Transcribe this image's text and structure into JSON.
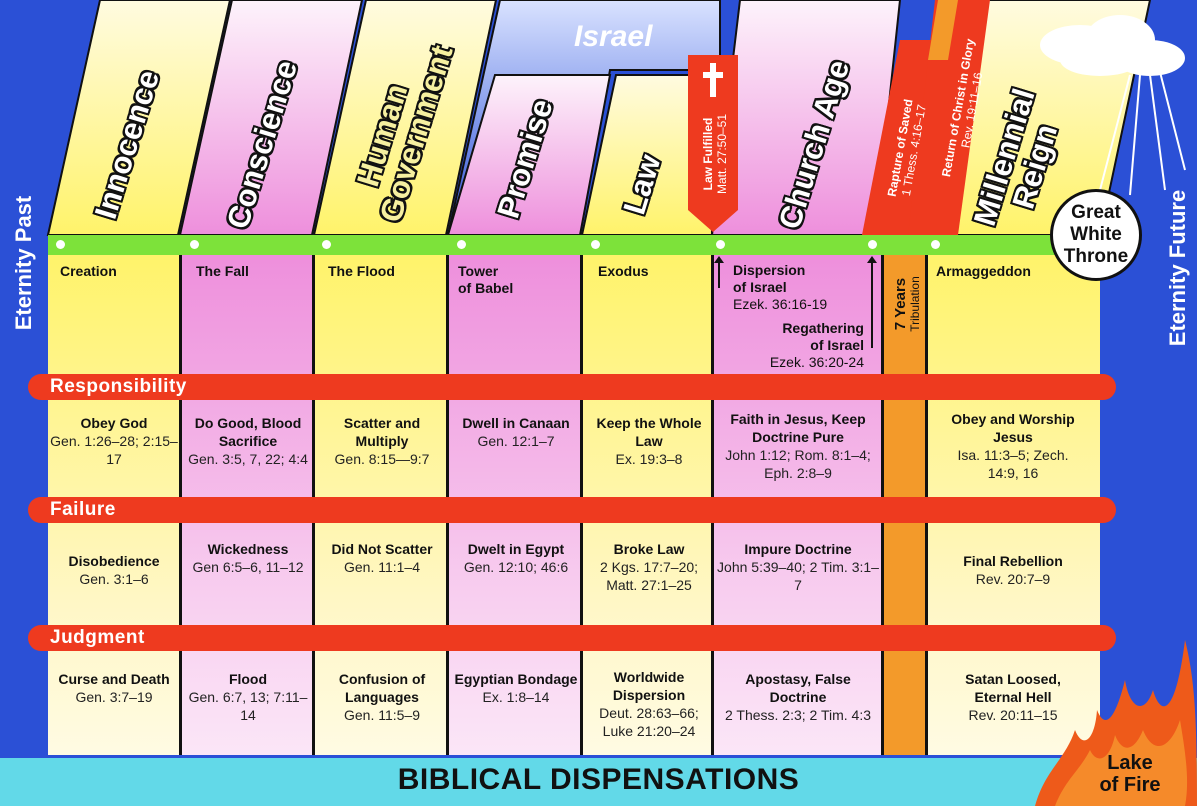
{
  "title": "BIBLICAL DISPENSATIONS",
  "eternity_past": "Eternity Past",
  "eternity_future": "Eternity Future",
  "israel": "Israel",
  "law_fulfilled": {
    "line1": "Law Fulfilled",
    "line2": "Matt. 27:50–51"
  },
  "rapture": {
    "line1": "Rapture of Saved",
    "line2": "1 Thess. 4:16–17"
  },
  "return": {
    "line1": "Return of Christ in Glory",
    "line2": "Rev. 19:11–16"
  },
  "great_white_throne": {
    "line1": "Great",
    "line2": "White",
    "line3": "Throne"
  },
  "lake_of_fire": {
    "line1": "Lake",
    "line2": "of Fire"
  },
  "tribulation": {
    "line1": "7 Years",
    "line2": "Tribulation"
  },
  "rows": {
    "responsibility": "Responsibility",
    "failure": "Failure",
    "judgment": "Judgment"
  },
  "colors": {
    "yellow": "#fff36a",
    "pink": "#ee8fdc",
    "green_bar": "#7de23a",
    "red_bar": "#ee3a1f",
    "blue_bg": "#2b50d6",
    "cyan": "#62d9e8",
    "orange": "#f39a2a"
  },
  "dispensations": [
    {
      "name": "Innocence",
      "event": "Creation",
      "responsibility": {
        "head": "Obey God",
        "ref": "Gen. 1:26–28; 2:15–17"
      },
      "failure": {
        "head": "Disobedience",
        "ref": "Gen. 3:1–6"
      },
      "judgment": {
        "head": "Curse and Death",
        "ref": "Gen. 3:7–19"
      }
    },
    {
      "name": "Conscience",
      "event": "The Fall",
      "responsibility": {
        "head": "Do Good, Blood Sacrifice",
        "ref": "Gen. 3:5, 7, 22; 4:4"
      },
      "failure": {
        "head": "Wickedness",
        "ref": "Gen 6:5–6, 11–12"
      },
      "judgment": {
        "head": "Flood",
        "ref": "Gen. 6:7, 13; 7:11–14"
      }
    },
    {
      "name_line1": "Human",
      "name_line2": "Government",
      "event": "The Flood",
      "responsibility": {
        "head": "Scatter and Multiply",
        "ref": "Gen. 8:15—9:7"
      },
      "failure": {
        "head": "Did Not Scatter",
        "ref": "Gen. 11:1–4"
      },
      "judgment": {
        "head": "Confusion of Languages",
        "ref": "Gen. 11:5–9"
      }
    },
    {
      "name": "Promise",
      "event_line1": "Tower",
      "event_line2": "of Babel",
      "responsibility": {
        "head": "Dwell in Canaan",
        "ref": "Gen. 12:1–7"
      },
      "failure": {
        "head": "Dwelt in Egypt",
        "ref": "Gen. 12:10; 46:6"
      },
      "judgment": {
        "head": "Egyptian Bondage",
        "ref": "Ex. 1:8–14"
      }
    },
    {
      "name": "Law",
      "event": "Exodus",
      "responsibility": {
        "head": "Keep the Whole Law",
        "ref": "Ex. 19:3–8"
      },
      "failure": {
        "head": "Broke Law",
        "ref": "2 Kgs. 17:7–20; Matt. 27:1–25"
      },
      "judgment": {
        "head": "Worldwide Dispersion",
        "ref": "Deut. 28:63–66; Luke 21:20–24"
      }
    },
    {
      "name": "Church Age",
      "event_a": {
        "line1": "Dispersion",
        "line2": "of Israel",
        "ref": "Ezek. 36:16-19"
      },
      "event_b": {
        "line1": "Regathering",
        "line2": "of Israel",
        "ref": "Ezek. 36:20-24"
      },
      "responsibility": {
        "head": "Faith in Jesus, Keep Doctrine Pure",
        "ref": "John 1:12; Rom. 8:1–4; Eph. 2:8–9"
      },
      "failure": {
        "head": "Impure Doctrine",
        "ref": "John 5:39–40; 2 Tim. 3:1–7"
      },
      "judgment": {
        "head": "Apostasy, False Doctrine",
        "ref": "2 Thess. 2:3; 2 Tim. 4:3"
      }
    },
    {
      "name_line1": "Millennial",
      "name_line2": "Reign",
      "event": "Armaggeddon",
      "responsibility": {
        "head": "Obey and Worship Jesus",
        "ref": "Isa. 11:3–5; Zech. 14:9, 16"
      },
      "failure": {
        "head": "Final Rebellion",
        "ref": "Rev. 20:7–9"
      },
      "judgment": {
        "head": "Satan Loosed, Eternal Hell",
        "ref": "Rev. 20:11–15"
      }
    }
  ]
}
